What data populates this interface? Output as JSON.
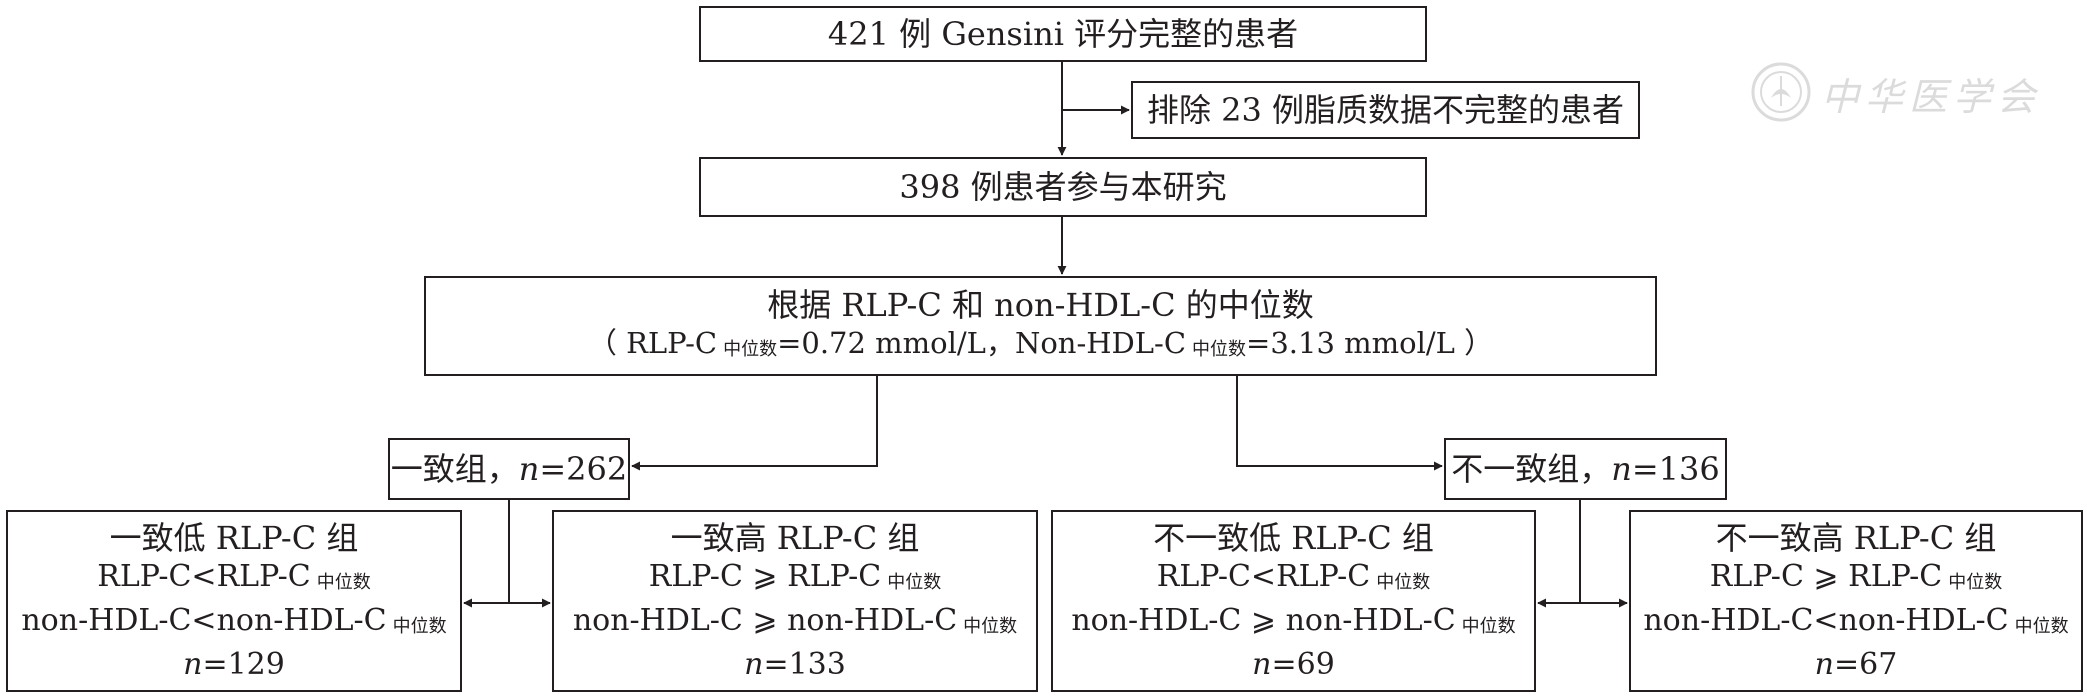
{
  "top": {
    "count": "421",
    "text": " 例 Gensini 评分完整的患者"
  },
  "exclude": {
    "text": "排除 23 例脂质数据不完整的患者"
  },
  "study": {
    "text": "398 例患者参与本研究"
  },
  "grouping": {
    "line1": "根据 RLP-C 和 non-HDL-C 的中位数",
    "l2_open": "（ RLP-C",
    "median_sub": "中位数",
    "l2_mid": "=0.72 mmol/L，Non-HDL-C",
    "l2_end": "=3.13 mmol/L ）"
  },
  "concordant": {
    "label": "一致组，",
    "n_sym": "n",
    "n_val": "=262"
  },
  "discordant": {
    "label": "不一致组，",
    "n_sym": "n",
    "n_val": "=136"
  },
  "subgroups": [
    {
      "title": "一致低 RLP-C 组",
      "row1": "RLP-C<RLP-C",
      "row2": "non-HDL-C<non-HDL-C",
      "sub": "中位数",
      "n_sym": "n",
      "n_val": "=129"
    },
    {
      "title": "一致高 RLP-C 组",
      "row1": "RLP-C ⩾ RLP-C",
      "row2": "non-HDL-C ⩾ non-HDL-C",
      "sub": "中位数",
      "n_sym": "n",
      "n_val": "=133"
    },
    {
      "title": "不一致低 RLP-C 组",
      "row1": "RLP-C<RLP-C",
      "row2": "non-HDL-C ⩾ non-HDL-C",
      "sub": "中位数",
      "n_sym": "n",
      "n_val": "=69"
    },
    {
      "title": "不一致高 RLP-C 组",
      "row1": "RLP-C ⩾ RLP-C",
      "row2": "non-HDL-C<non-HDL-C",
      "sub": "中位数",
      "n_sym": "n",
      "n_val": "=67"
    }
  ],
  "watermark": {
    "text": "中华医学会",
    "icon": "society-seal-icon"
  },
  "colors": {
    "stroke": "#231f20",
    "watermark": "#9a9a9a"
  }
}
